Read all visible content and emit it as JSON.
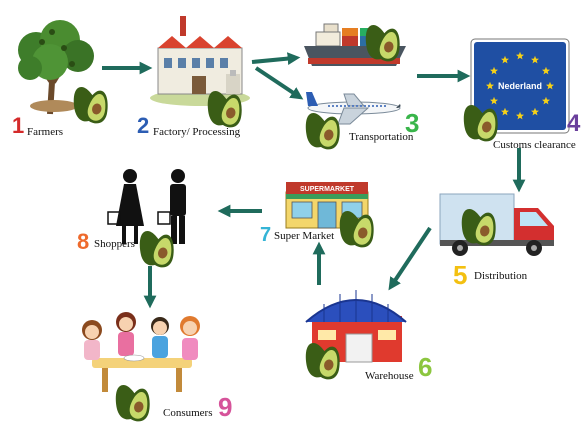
{
  "colors": {
    "arrow": "#1f6b5c",
    "avocado_skin": "#3a5d16",
    "avocado_flesh": "#c7d96a",
    "avocado_seed": "#8a5a2b"
  },
  "steps": [
    {
      "number": "1",
      "label": "Farmers",
      "number_color": "#d42a2a",
      "icon": "tree-icon"
    },
    {
      "number": "2",
      "label": "Factory/ Processing",
      "number_color": "#2c5db3",
      "icon": "factory-icon"
    },
    {
      "number": "3",
      "label": "Transportation",
      "number_color": "#39b54a",
      "icon": "ship-plane-icon"
    },
    {
      "number": "4",
      "label": "Customs clearance",
      "number_color": "#6a3f9c",
      "icon": "eu-sign-icon"
    },
    {
      "number": "5",
      "label": "Distribution",
      "number_color": "#f3c011",
      "icon": "truck-icon"
    },
    {
      "number": "6",
      "label": "Warehouse",
      "number_color": "#8cc63f",
      "icon": "warehouse-icon"
    },
    {
      "number": "7",
      "label": "Super Market",
      "number_color": "#35b4d6",
      "icon": "supermarket-icon"
    },
    {
      "number": "8",
      "label": "Shoppers",
      "number_color": "#ee6a2c",
      "icon": "shoppers-icon"
    },
    {
      "number": "9",
      "label": "Consumers",
      "number_color": "#d6539a",
      "icon": "consumers-icon"
    }
  ],
  "eu_sign": {
    "text": "Nederland"
  },
  "supermarket_sign": {
    "text": "SUPERMARKET"
  }
}
